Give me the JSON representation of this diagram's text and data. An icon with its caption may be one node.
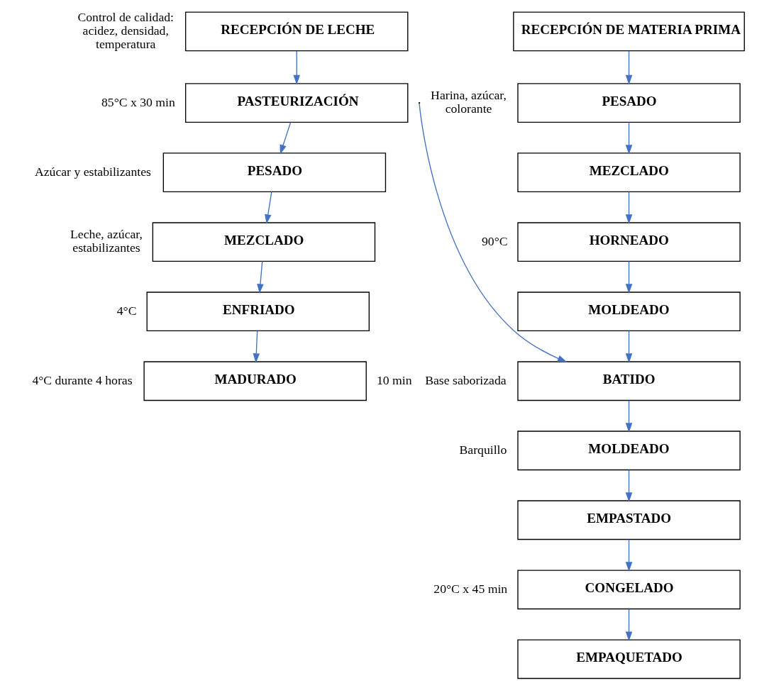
{
  "diagram": {
    "nodes": [
      {
        "text": [
          "RECEPCIÓN DE LECHE"
        ],
        "beside": [
          "Control de calidad: acidez, densidad, temperatura"
        ]
      },
      {
        "text": [
          "PASTEURIZACIÓN"
        ],
        "beside": [
          "85°C x 30 min"
        ]
      },
      {
        "text": [
          "PESADO"
        ],
        "beside": [
          "Azúcar y estabilizantes"
        ]
      },
      {
        "text": [
          "MEZCLADO"
        ],
        "beside": [
          "Leche, azúcar, estabilizantes"
        ]
      },
      {
        "text": [
          "ENFRIADO"
        ],
        "beside": [
          "4°C"
        ]
      },
      {
        "text": [
          "MADURADO"
        ],
        "beside": [
          "4°C durante 4 horas"
        ]
      },
      {
        "text": [
          "RECEPCIÓN DE MATERIA PRIMA"
        ]
      },
      {
        "text": [
          "PESADO"
        ],
        "beside": [
          "Harina, azúcar, colorante"
        ]
      },
      {
        "text": [
          "MEZCLADO"
        ]
      },
      {
        "text": [
          "HORNEADO"
        ],
        "beside": [
          "90°C"
        ]
      },
      {
        "text": [
          "MOLDEADO"
        ]
      },
      {
        "text": [
          "BATIDO"
        ],
        "beside": [
          "10 min",
          "Base saborizada"
        ]
      },
      {
        "text": [
          "MOLDEADO"
        ],
        "beside": [
          "Barquillo"
        ]
      },
      {
        "text": [
          "EMPASTADO"
        ]
      },
      {
        "text": [
          "CONGELADO"
        ],
        "beside": [
          "20°C x 45 min"
        ]
      },
      {
        "text": [
          "EMPAQUETADO"
        ]
      }
    ],
    "edges": [
      {
        "from": 0,
        "to": 1,
        "arrow": "to"
      },
      {
        "from": 1,
        "to": 2,
        "arrow": "to"
      },
      {
        "from": 2,
        "to": 3,
        "arrow": "to"
      },
      {
        "from": 3,
        "to": 4,
        "arrow": "to"
      },
      {
        "from": 4,
        "to": 5,
        "arrow": "to"
      },
      {
        "from": 6,
        "to": 7,
        "arrow": "to"
      },
      {
        "from": 7,
        "to": 8,
        "arrow": "to"
      },
      {
        "from": 8,
        "to": 9,
        "arrow": "to"
      },
      {
        "from": 9,
        "to": 10,
        "arrow": "to"
      },
      {
        "from": 10,
        "to": 11,
        "arrow": "to"
      },
      {
        "from": null,
        "to": 11,
        "arrow": "to"
      },
      {
        "from": 11,
        "to": 12,
        "arrow": "to"
      },
      {
        "from": 12,
        "to": 13,
        "arrow": "to"
      },
      {
        "from": 13,
        "to": 14,
        "arrow": "to"
      },
      {
        "from": 14,
        "to": 15,
        "arrow": "to"
      }
    ]
  }
}
